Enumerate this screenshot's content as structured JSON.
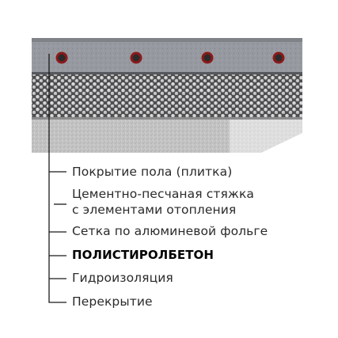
{
  "legend": {
    "items": [
      {
        "key": "floor-covering",
        "lines": [
          "Покрытие пола (плитка)"
        ]
      },
      {
        "key": "screed",
        "lines": [
          "Цементно-песчаная стяжка",
          "с элементами отопления"
        ]
      },
      {
        "key": "foil-mesh",
        "lines": [
          "Сетка по алюминевой фольге"
        ]
      },
      {
        "key": "polystyrene-concrete",
        "lines": [
          "ПОЛИСТИРОЛБЕТОН"
        ],
        "emphasis": true
      },
      {
        "key": "waterproofing",
        "lines": [
          "Гидроизоляция"
        ]
      },
      {
        "key": "slab",
        "lines": [
          "Перекрытие"
        ]
      }
    ]
  },
  "layers": {
    "tile_color": "#8e9196",
    "screed_color": "#9a9ea3",
    "pipe_color": "#8b1a1a",
    "polystyrene_bead_color": "#cfcfcf",
    "slab_color": "#c9c9c9",
    "pipe_count": 4
  },
  "colors": {
    "leader_line": "#1a1a1a",
    "text": "#2a2a2a",
    "background": "#ffffff"
  }
}
